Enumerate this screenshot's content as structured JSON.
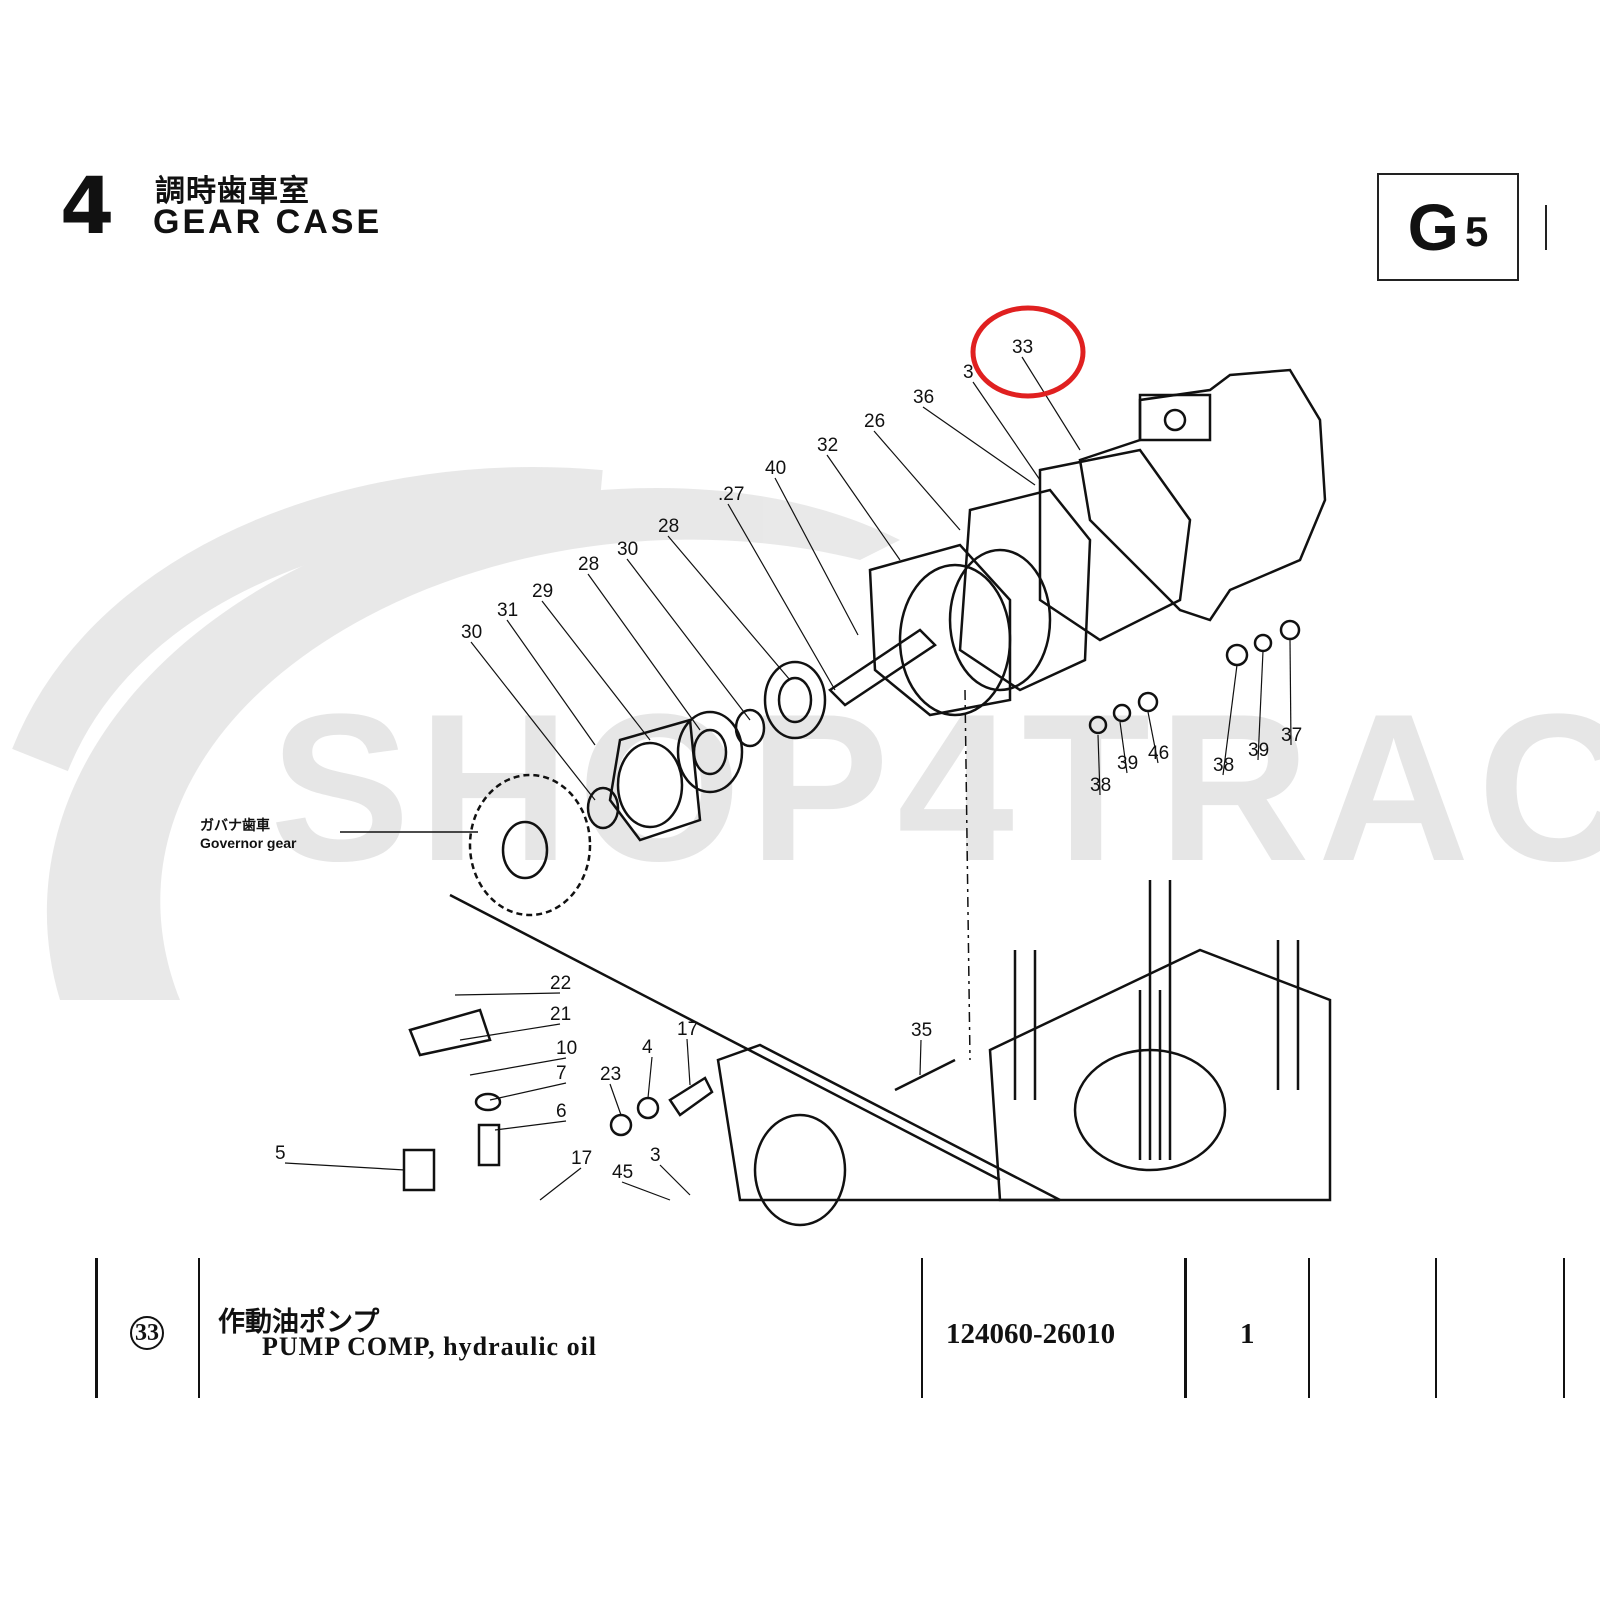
{
  "header": {
    "section_number": "4",
    "title_jp": "調時歯車室",
    "title_en": "GEAR CASE",
    "page_code_letter": "G",
    "page_code_number": "5"
  },
  "watermark": "SHOP4TRAC",
  "highlight_color": "#e02020",
  "diagram": {
    "highlighted_label": "33",
    "labels": [
      "33",
      "3",
      "36",
      "26",
      "32",
      "40",
      ".27",
      "28",
      "30",
      "28",
      "29",
      "31",
      "30",
      "38",
      "39",
      "46",
      "38",
      "39",
      "37",
      "35",
      "22",
      "21",
      "10",
      "7",
      "6",
      "17",
      "4",
      "23",
      "5",
      "17",
      "45",
      "3"
    ],
    "callout_jp": "ガバナ歯車",
    "callout_en": "Governor gear"
  },
  "parts_table": {
    "row": {
      "ref": "33",
      "name_jp": "作動油ポンプ",
      "name_en": "PUMP COMP, hydraulic oil",
      "part_number": "124060-26010",
      "quantity": "1"
    }
  }
}
